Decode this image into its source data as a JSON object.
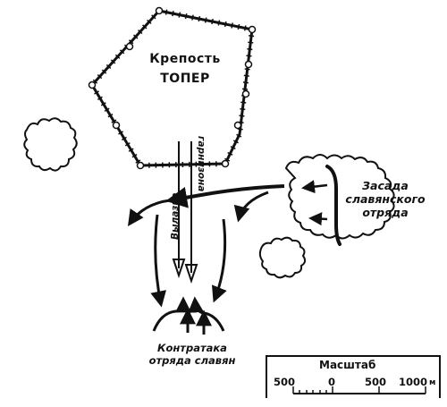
{
  "fortress": {
    "line1": "Крепость",
    "line2": "ТОПЕР"
  },
  "sortie_label": "Вылазка",
  "garrison_label": "гарнизона",
  "ambush": {
    "line1": "Засада",
    "line2": "славянского",
    "line3": "отряда"
  },
  "counterattack": {
    "line1": "Контратака",
    "line2": "отряда славян"
  },
  "scale": {
    "title": "Масштаб",
    "ticks": [
      "500",
      "0",
      "500",
      "1000"
    ],
    "unit": "м"
  },
  "colors": {
    "ink": "#111111",
    "paper": "#ffffff"
  }
}
